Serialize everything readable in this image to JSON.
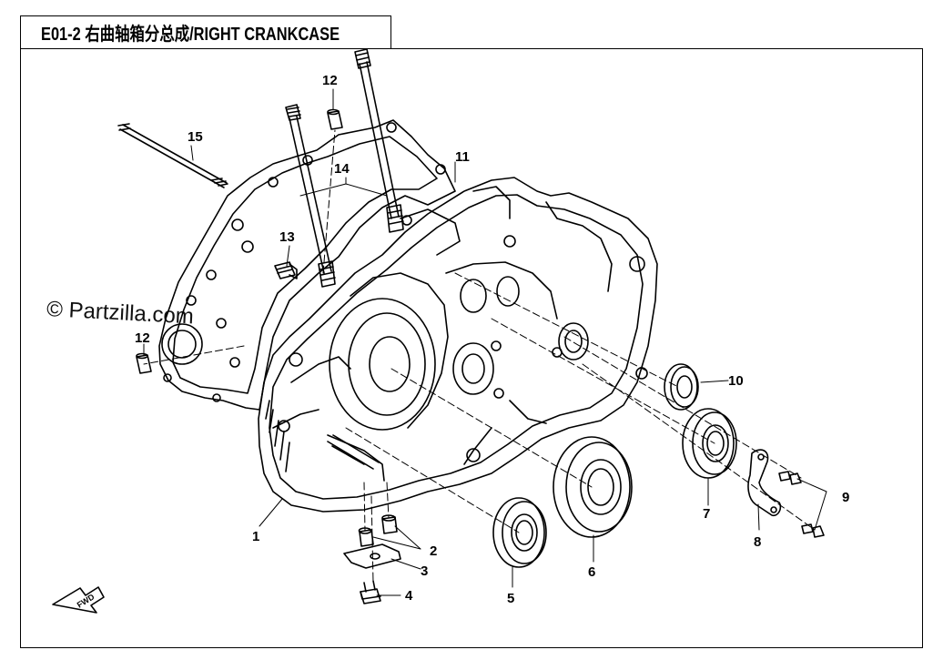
{
  "header": {
    "title": "E01-2  右曲轴箱分总成/RIGHT CRANKCASE"
  },
  "watermark": "© Partzilla.com",
  "fwd_label": "FWD",
  "callouts": [
    {
      "id": "c1",
      "label": "1"
    },
    {
      "id": "c2",
      "label": "2"
    },
    {
      "id": "c3",
      "label": "3"
    },
    {
      "id": "c4",
      "label": "4"
    },
    {
      "id": "c5",
      "label": "5"
    },
    {
      "id": "c6",
      "label": "6"
    },
    {
      "id": "c7",
      "label": "7"
    },
    {
      "id": "c8",
      "label": "8"
    },
    {
      "id": "c9",
      "label": "9"
    },
    {
      "id": "c10",
      "label": "10"
    },
    {
      "id": "c11",
      "label": "11"
    },
    {
      "id": "c12a",
      "label": "12"
    },
    {
      "id": "c12b",
      "label": "12"
    },
    {
      "id": "c13",
      "label": "13"
    },
    {
      "id": "c14",
      "label": "14"
    },
    {
      "id": "c15",
      "label": "15"
    }
  ],
  "colors": {
    "line": "#000000",
    "background": "#ffffff"
  }
}
